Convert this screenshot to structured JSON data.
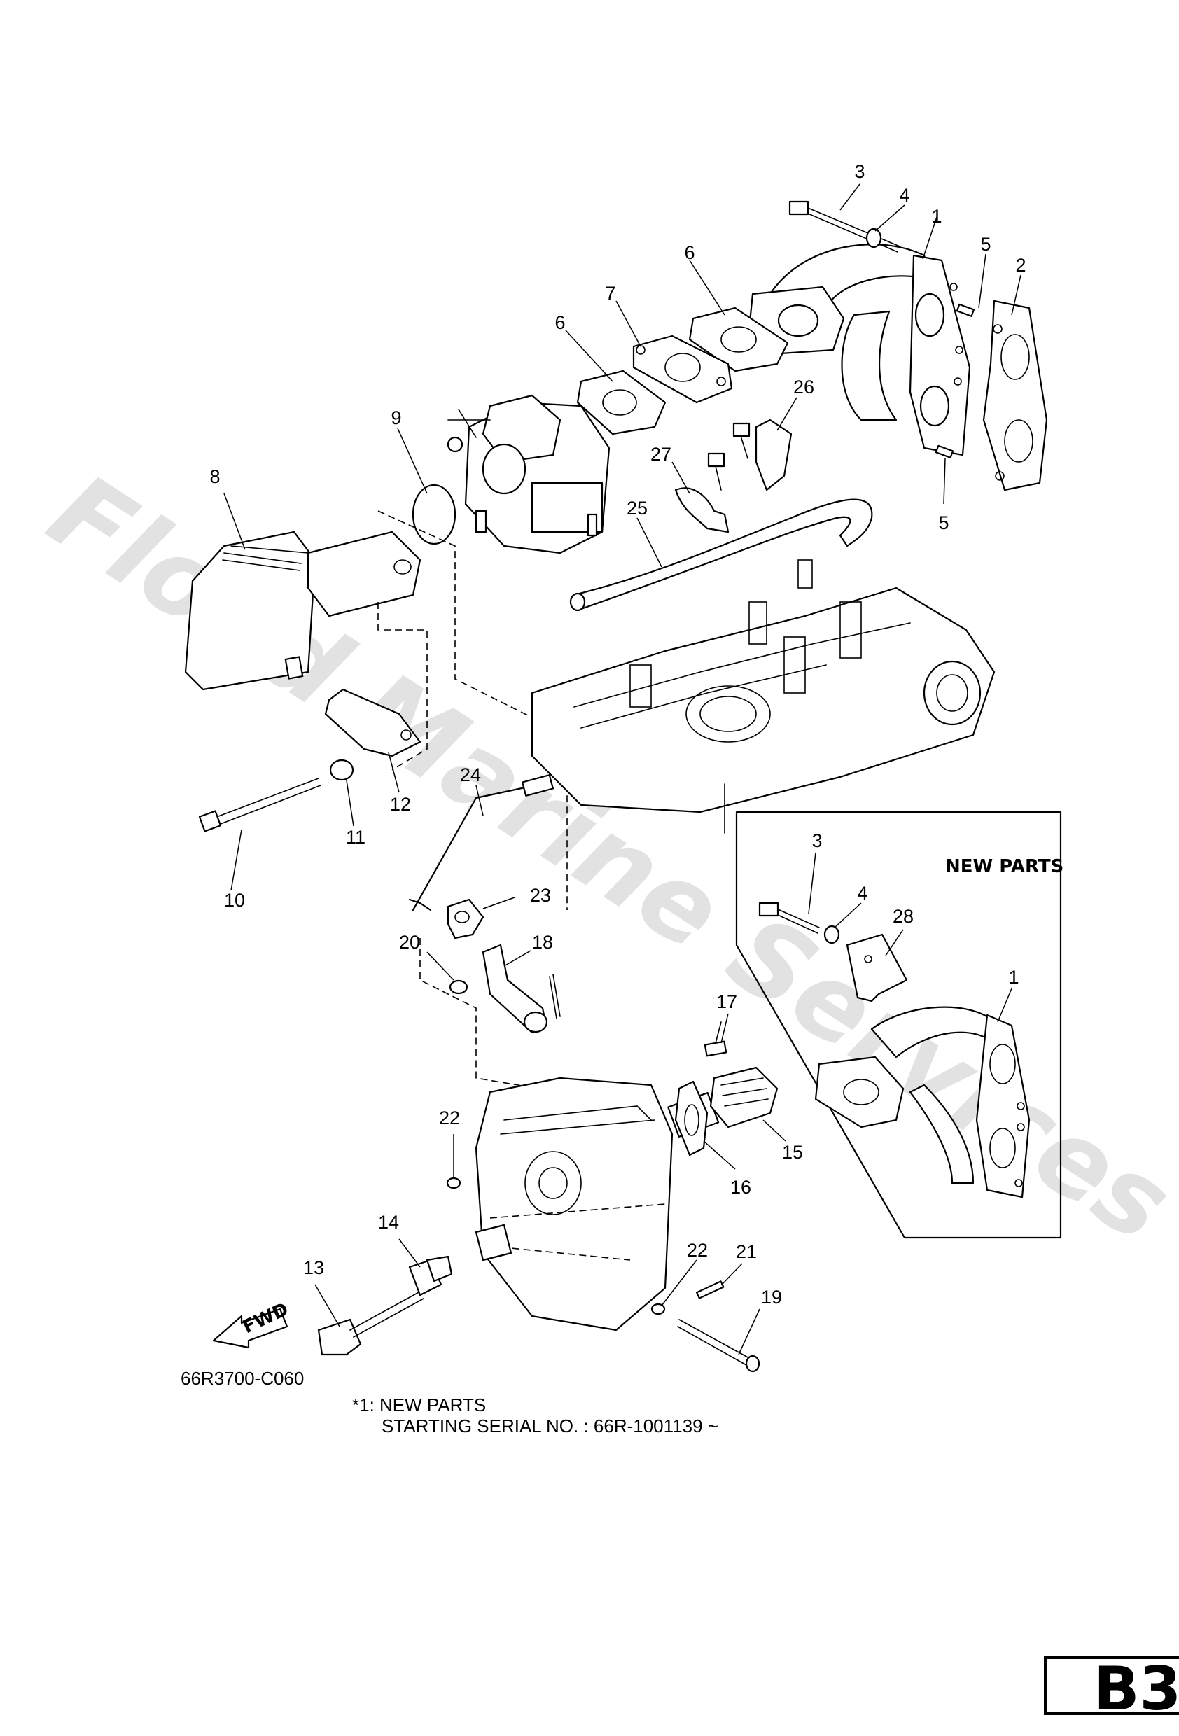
{
  "watermark": "Flood Marine Services",
  "diagram_code": "66R3700-C060",
  "fwd_label": "FWD",
  "new_parts_box_title": "NEW PARTS",
  "footnote": {
    "line1": "*1: NEW PARTS",
    "line2": "STARTING SERIAL NO. : 66R-1001139 ~"
  },
  "page_code": "B3",
  "callouts": {
    "c1": "1",
    "c2": "2",
    "c3": "3",
    "c4": "4",
    "c5a": "5",
    "c5b": "5",
    "c6a": "6",
    "c6b": "6",
    "c7": "7",
    "c8": "8",
    "c9": "9",
    "c10": "10",
    "c11": "11",
    "c12": "12",
    "c13": "13",
    "c14": "14",
    "c15": "15",
    "c16": "16",
    "c17": "17",
    "c18": "18",
    "c19": "19",
    "c20": "20",
    "c21": "21",
    "c22a": "22",
    "c22b": "22",
    "c23": "23",
    "c24": "24",
    "c25": "25",
    "c26": "26",
    "c27": "27",
    "n3": "3",
    "n4": "4",
    "n28": "28",
    "n1": "1"
  }
}
